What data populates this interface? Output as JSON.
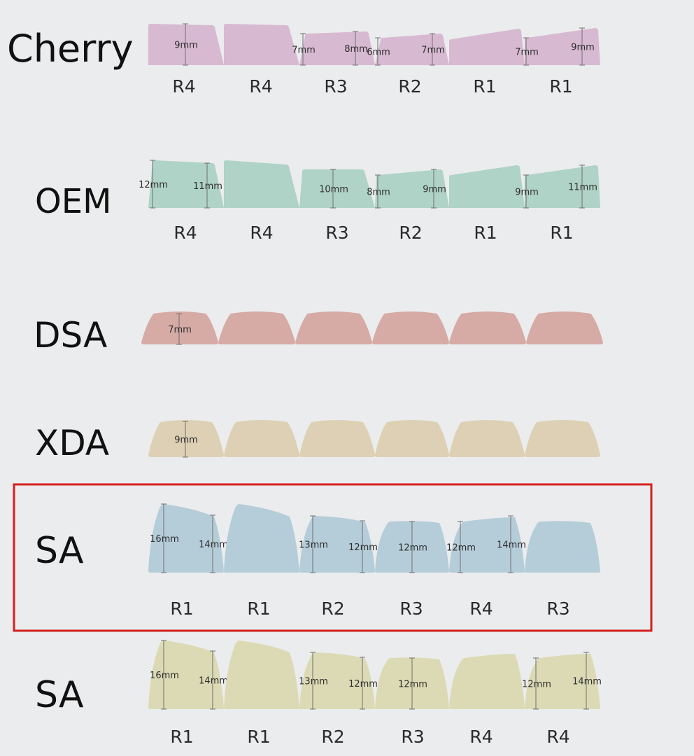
{
  "profiles": [
    {
      "name": "Cherry",
      "color": "#d8b9d2",
      "shape": "sculpt",
      "row_labels": [
        "R4",
        "R4",
        "R3",
        "R2",
        "R1",
        "R1"
      ],
      "keys": [
        {
          "dims": [
            "9mm"
          ]
        },
        {
          "dims": []
        },
        {
          "dims": [
            "7mm",
            "8mm"
          ]
        },
        {
          "dims": [
            "6mm",
            "7mm"
          ]
        },
        {
          "dims": []
        },
        {
          "dims": [
            "7mm",
            "9mm"
          ]
        }
      ]
    },
    {
      "name": "OEM",
      "color": "#afd3c6",
      "shape": "sculpt",
      "row_labels": [
        "R4",
        "R4",
        "R3",
        "R2",
        "R1",
        "R1"
      ],
      "keys": [
        {
          "dims": [
            "12mm",
            "11mm"
          ]
        },
        {
          "dims": []
        },
        {
          "dims": [
            "10mm"
          ]
        },
        {
          "dims": [
            "8mm",
            "9mm"
          ]
        },
        {
          "dims": []
        },
        {
          "dims": [
            "9mm",
            "11mm"
          ]
        }
      ]
    },
    {
      "name": "DSA",
      "color": "#d6aaa5",
      "shape": "dome",
      "row_labels": [],
      "keys": [
        {
          "dims": [
            "7mm"
          ]
        },
        {
          "dims": []
        },
        {
          "dims": []
        },
        {
          "dims": []
        },
        {
          "dims": []
        },
        {
          "dims": []
        }
      ]
    },
    {
      "name": "XDA",
      "color": "#ddd0b4",
      "shape": "dome",
      "row_labels": [],
      "keys": [
        {
          "dims": [
            "9mm"
          ]
        },
        {
          "dims": []
        },
        {
          "dims": []
        },
        {
          "dims": []
        },
        {
          "dims": []
        },
        {
          "dims": []
        }
      ]
    },
    {
      "name": "SA",
      "color": "#b5cdd9",
      "shape": "tall",
      "highlighted": true,
      "row_labels": [
        "R1",
        "R1",
        "R2",
        "R3",
        "R4",
        "R3"
      ],
      "keys": [
        {
          "dims": [
            "16mm",
            "14mm"
          ]
        },
        {
          "dims": []
        },
        {
          "dims": [
            "13mm",
            "12mm"
          ]
        },
        {
          "dims": [
            "12mm"
          ]
        },
        {
          "dims": [
            "12mm",
            "14mm"
          ]
        },
        {
          "dims": []
        }
      ]
    },
    {
      "name": "SA",
      "color": "#dbdab4",
      "shape": "tall",
      "row_labels": [
        "R1",
        "R1",
        "R2",
        "R3",
        "R4",
        "R4"
      ],
      "keys": [
        {
          "dims": [
            "16mm",
            "14mm"
          ]
        },
        {
          "dims": []
        },
        {
          "dims": [
            "13mm",
            "12mm"
          ]
        },
        {
          "dims": [
            "12mm"
          ]
        },
        {
          "dims": []
        },
        {
          "dims": [
            "12mm",
            "14mm"
          ]
        }
      ]
    }
  ],
  "highlight_color": "#d42020"
}
